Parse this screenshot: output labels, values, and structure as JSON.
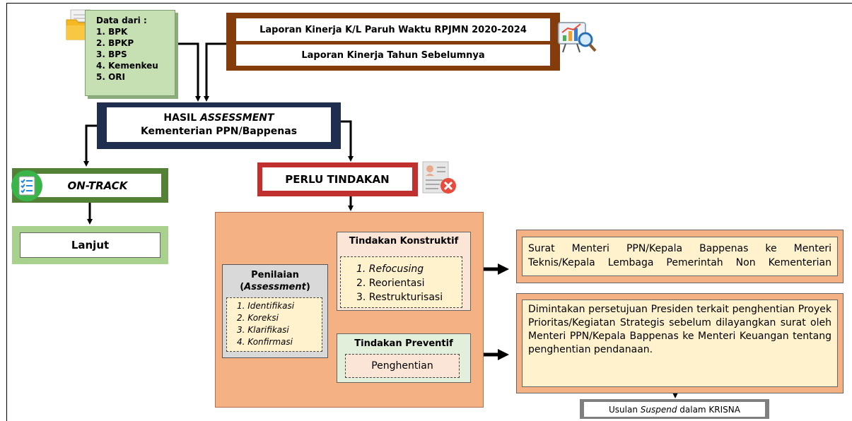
{
  "data_box": {
    "title": "Data dari :",
    "items": [
      "1. BPK",
      "2. BPKP",
      "3. BPS",
      "4. Kemenkeu",
      "5. ORI"
    ]
  },
  "laporan": {
    "line1": "Laporan Kinerja K/L Paruh Waktu RPJMN 2020-2024",
    "line2": "Laporan Kinerja Tahun Sebelumnya"
  },
  "hasil": {
    "prefix": "HASIL ",
    "emph": "ASSESSMENT",
    "line2": "Kementerian PPN/Bappenas"
  },
  "ontrack": {
    "label": "ON-TRACK"
  },
  "lanjut": {
    "label": "Lanjut"
  },
  "perlu": {
    "label": "PERLU TINDAKAN"
  },
  "penilaian": {
    "title": "Penilaian",
    "subtitle": "Assessment",
    "items": [
      "1.  Identifikasi",
      "2.  Koreksi",
      "3.  Klarifikasi",
      "4.  Konfirmasi"
    ]
  },
  "konstruktif": {
    "title": "Tindakan Konstruktif",
    "items": [
      "1.  Refocusing",
      "2.  Reorientasi",
      "3.  Restrukturisasi"
    ]
  },
  "preventif": {
    "title": "Tindakan Preventif",
    "item": "Penghentian"
  },
  "surat": {
    "text": "Surat Menteri PPN/Kepala Bappenas ke Menteri Teknis/Kepala Lembaga Pemerintah Non Kementerian"
  },
  "dimintakan": {
    "text": "Dimintakan persetujuan Presiden terkait penghentian Proyek Prioritas/Kegiatan Strategis sebelum dilayangkan surat oleh Menteri PPN/Kepala Bappenas ke Menteri Keuangan tentang penghentian pendanaan."
  },
  "usulan": {
    "pre": "Usulan ",
    "emph": "Suspend",
    "post": " dalam KRISNA"
  },
  "icons": [
    "folder-icon",
    "chart-magnifier-icon",
    "checklist-icon",
    "document-reject-icon"
  ],
  "colors": {
    "laporan_border": "#843c0c",
    "hasil_border": "#1f2d4e",
    "ontrack_border": "#538135",
    "perlu_border": "#c0302e",
    "tindakan_area": "#f4b183"
  }
}
